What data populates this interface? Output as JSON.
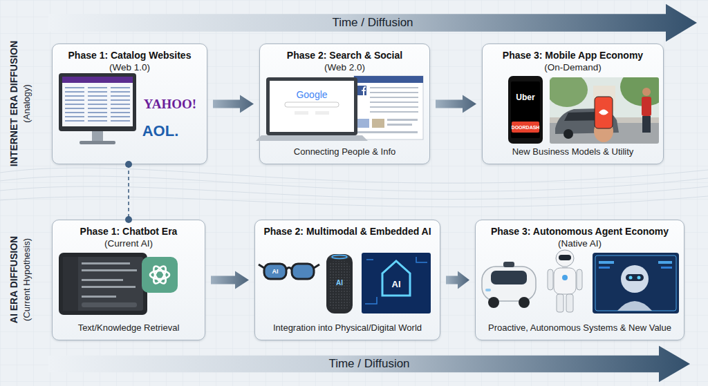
{
  "diagram": {
    "nodes": [
      {
        "text": [
          "Time / Diffusion"
        ]
      },
      {
        "text": [
          "Phase 1: Catalog Websites",
          "(Web 1.0)"
        ]
      },
      {
        "text": [
          "Phase 2: Search & Social",
          "(Web 2.0)",
          "Connecting People & Info"
        ]
      },
      {
        "text": [
          "Phase 3: Mobile App Economy",
          "(On-Demand)",
          "New Business Models & Utility"
        ]
      },
      {
        "text": [
          "Phase 1: Chatbot Era",
          "(Current AI)",
          "Text/Knowledge Retrieval"
        ]
      },
      {
        "text": [
          "Phase 2: Multimodal & Embedded AI",
          "Integration into Physical/Digital World"
        ]
      },
      {
        "text": [
          "Phase 3: Autonomous Agent Economy",
          "(Native AI)",
          "Proactive, Autonomous Systems & New Value"
        ]
      },
      {
        "text": [
          "Time / Diffusion"
        ]
      }
    ],
    "edges": [
      {
        "from": 1,
        "to": 2,
        "arrow": "to"
      },
      {
        "from": 2,
        "to": 3,
        "arrow": "to"
      },
      {
        "from": 1,
        "to": 4,
        "arrow": "none"
      },
      {
        "from": 4,
        "to": 5,
        "arrow": "to"
      },
      {
        "from": 5,
        "to": 6,
        "arrow": "to"
      }
    ],
    "labels": [
      "INTERNET ERA DIFFUSION",
      "(Analogy)",
      "AI ERA DIFFUSION",
      "(Current Hypothesis)",
      "YAHOO!",
      "AOL.",
      "Google",
      "Uber",
      "DOORDASH",
      "AI",
      "AI",
      "AI"
    ]
  }
}
